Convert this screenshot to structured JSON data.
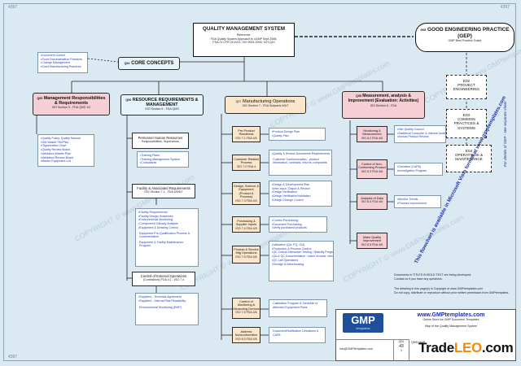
{
  "corners": {
    "tl": "4397",
    "tr": "4397",
    "bl": "4397"
  },
  "qms": {
    "title": "QUALITY MANAGEMENT SYSTEM",
    "reference_label": "Reference:",
    "ref_lines": [
      "FDA Quality System Approach to cGMP Sept 2006;",
      "FDA 21 CFR 210/211; ISO 9001:2000; ICH Q10"
    ]
  },
  "gep": {
    "code": "G08",
    "title": "GOOD ENGINEERING PRACTICE (GEP)",
    "sub": "GMP Best Practice Guide"
  },
  "core": {
    "code": "Q04",
    "title": "CORE CONCEPTS"
  },
  "core_items": [
    "Document Control",
    "Good Documentation Practices",
    "Change Management",
    "Good Manufacturing Practices"
  ],
  "gep_items": [
    {
      "code": "E02",
      "label": "PROJECT ENGINEERING"
    },
    {
      "code": "E03",
      "label": "COMMON PRACTICES & SYSTEMS"
    },
    {
      "code": "E04",
      "label": "OPERATIONS & MAINTENANCE"
    }
  ],
  "gep_side_note": "For details of GEP - see separate sheet",
  "mgmt": {
    "code": "Q05",
    "title": "Management Responsibilities & Requirements",
    "ref": "ISO Section 5 - FDA QMS 1/2",
    "items": [
      "Quality Policy, Quality Manual",
      "Site Master File/Plan",
      "Organization Chart",
      "Quality Review Board",
      "Validation Master Plan",
      "Validation Review Board",
      "Master Equipment List"
    ]
  },
  "resource": {
    "code": "Q06",
    "title": "RESOURCE REQUIREMENTS & MANAGEMENT",
    "ref": "ISO Section 6 - FDA QMS",
    "sub1": {
      "title": "Personnel Human Resources",
      "sub": "Responsibilities, Supervisors",
      "items": [
        "Training Plans",
        "Training Management System",
        "Consultants"
      ]
    },
    "sub2": {
      "title": "Facility & Associated Requirements",
      "sub": "ISO Section 7.1 - FDA 4/5/6/7",
      "items": [
        "Facility Requirements",
        "Facility Design Guidelines",
        "Environmental Monitoring",
        "Component Critically Analysis",
        "Equipment & Drawing Control"
      ],
      "extra": [
        "Equipment Pre-Qualification Process & Documentation",
        "Equipment & Facility Maintenance Program"
      ]
    },
    "sub3": {
      "title": "Control of External Operations",
      "sub": "(Contractors) FDA 4.1 - ISO 7.4",
      "items": [
        "Suppliers - Technical Agreement",
        "Suppliers - Internal Risk Readability"
      ],
      "extra": [
        "Environmental Monitoring (EMP)"
      ]
    }
  },
  "mfg": {
    "code": "Q07",
    "title": "Manufacturing Operations",
    "ref": "ISO Section 7 - FDA Subparts 4/6/7",
    "steps": [
      {
        "title": "Pre-Product Readiness",
        "ref": "ISO 7.1 FDA 4/5",
        "items": [
          "Product Design Plan",
          "Quality Plan"
        ]
      },
      {
        "title": "Customer Related Process",
        "ref": "ISO 7.2 FDA 4",
        "items": [
          "Quality & Review Documents Requirements",
          "Customer Communication - product information, contracts, returns, complaints"
        ]
      },
      {
        "title": "Design, Science & Equipment (Product & Process)",
        "ref": "ISO 7.3 FDA 4/5",
        "items": [
          "Design & Development Plan",
          "Inter-Input, Output & Review",
          "Design Verification",
          "Design Verification/Validation",
          "Design Change Control"
        ]
      },
      {
        "title": "Purchasing & Supplier Inputs",
        "ref": "ISO 7.4 FDA 4/5",
        "items": [
          "Control Purchasing",
          "Document Purchasing",
          "Verify purchased products"
        ]
      },
      {
        "title": "Product & Service Mfg Operations",
        "ref": "ISO 7.5 FDA 4/6",
        "items": [
          "Validation (QA, PQ, OQ)",
          "Production & Process Control",
          "QC Critical Interaction Testing / Stability Program",
          "QA & QC Documentation - batch records, release, labeling",
          "QC Lab Operations",
          "Storage & Warehousing"
        ]
      },
      {
        "title": "Control of Monitoring & Measuring Devices",
        "ref": "ISO 7.6 FDA 4/6",
        "items": [
          "Calibration Program & Schedule of Attended Equipment Plans"
        ]
      },
      {
        "title": "Address Nonconformities",
        "ref": "ISO 8.3 FDA 4/6",
        "items": [
          "Document/Notification Deviations & CAPA"
        ]
      }
    ]
  },
  "meas": {
    "code": "Q08",
    "title": "Measurement, analysis & Improvement (Evaluation: Activities)",
    "ref": "ISO Section 8 - FDA",
    "steps": [
      {
        "title": "Monitoring & Measurement",
        "ref": "ISO 8.2 FDA 4/6",
        "items": [
          "Site Quality Council",
          "Statistical Computer & Internal Audit",
          "Annual Product Review"
        ]
      },
      {
        "title": "Control of Non-Conforming Product",
        "ref": "ISO 8.3 FDA 4/6",
        "items": [
          "Deviation (CAPA)",
          "Investigation Program"
        ]
      },
      {
        "title": "Analysis of Data",
        "ref": "ISO 8.4 FDA 4/6",
        "items": [
          "Monitor Trends",
          "Process improvement"
        ]
      },
      {
        "title": "Make Quality Improvement",
        "ref": "ISO 8.5 FDA 4/6",
        "items": []
      }
    ]
  },
  "visio_note": "This flowchart is available in Microsoft Visio format at www.gmptemplates.com",
  "notes": [
    "Documents in TITLES IN BOLD TEXT are being developed.",
    "Contact us if you have any questions.",
    "The detailing in this page(s) is Copyright of www.GMPtemplates.com",
    "Do not copy, distribute or reproduce without prior written permission from GMPtemplates."
  ],
  "footer": {
    "site": "www.GMPtemplates.com",
    "tagline": "Online Store for GMP Document Templates",
    "logo_main": "GMP",
    "logo_sub": "templates",
    "map_title": "Map of the Quality Management System",
    "doc_code": "Q01",
    "num": "43",
    "rev": "1",
    "ref_label": "QMS-MAP",
    "email": "info@GMPtemplates.com"
  },
  "watermark": "COPYRIGHT © www.GMPtemplates.com",
  "tradeleo": {
    "part1": "Trade",
    "part2": "LEO",
    "part3": ".com"
  },
  "colors": {
    "pink": "#f5cfd3",
    "orange": "#fbe6cc",
    "blue_title": "#1a2fa8",
    "cyan_box": "#e6f4fa"
  }
}
